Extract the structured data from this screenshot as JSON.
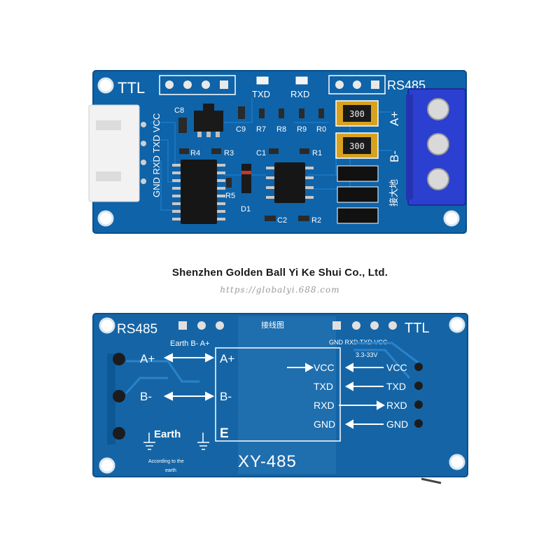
{
  "caption": {
    "company": "Shenzhen Golden Ball Yi Ke Shui Co., Ltd.",
    "url": "https://globalyi.688.com"
  },
  "colors": {
    "pcb": "#0f63a8",
    "pcb_edge": "#0a4f8a",
    "terminal": "#2b3fd0",
    "silkscreen": "#ffffff",
    "chip": "#1a1a1a",
    "connector": "#f2f2f2"
  },
  "top_board": {
    "ttl_label": "TTL",
    "rs485_label": "RS485",
    "txd_led": "TXD",
    "rxd_led": "RXD",
    "connector_labels": "GND RXD TXD VCC",
    "designators": [
      "C8",
      "C9",
      "R7",
      "R8",
      "R9",
      "R0",
      "R4",
      "R3",
      "C1",
      "R1",
      "R5",
      "D1",
      "C2",
      "R2"
    ],
    "port_a": "A+",
    "port_b": "B-",
    "ground_cn": "接大地",
    "res_top": "300",
    "res_bottom": "300"
  },
  "bottom_board": {
    "rs485_label": "RS485",
    "ttl_label": "TTL",
    "wiring_title": "接线图",
    "header_left": "Earth B- A+",
    "header_right": "GND RXD TXD VCC",
    "voltage": "3.3-33V",
    "left_a": "A+",
    "left_b": "B-",
    "left_earth": "Earth",
    "box_a": "A+",
    "box_b": "B-",
    "box_e": "E",
    "earth_note_1": "According to the",
    "earth_note_2": "earth",
    "pins_left": [
      "VCC",
      "TXD",
      "RXD",
      "GND"
    ],
    "pins_right": [
      "VCC",
      "TXD",
      "RXD",
      "GND"
    ],
    "model": "XY-485"
  }
}
